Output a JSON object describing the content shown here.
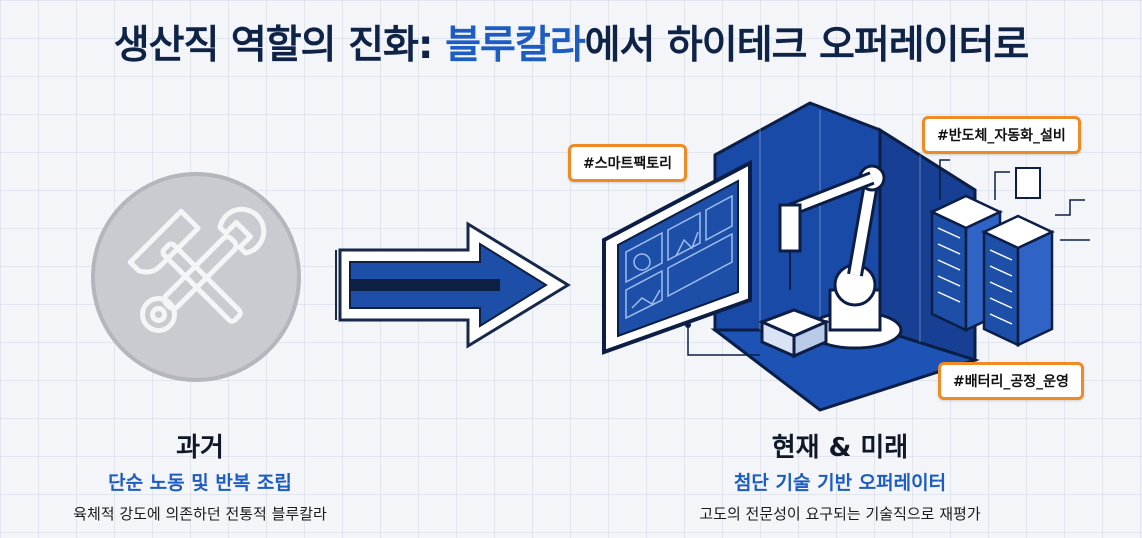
{
  "title": {
    "part1": "생산직 역할의 진화: ",
    "highlight": "블루칼라",
    "part2": "에서 하이테크 오퍼레이터로"
  },
  "past": {
    "title": "과거",
    "subtitle": "단순 노동 및 반복 조립",
    "description": "육체적 강도에 의존하던 전통적 블루칼라"
  },
  "future": {
    "title": "현재 & 미래",
    "subtitle": "첨단 기술 기반 오퍼레이터",
    "description": "고도의 전문성이 요구되는 기술직으로 재평가"
  },
  "tags": {
    "smart_factory": "#스마트팩토리",
    "semiconductor": "#반도체_자동화_설비",
    "battery": "#배터리_공정_운영"
  },
  "colors": {
    "title_dark": "#0f2347",
    "accent_blue": "#1d5cc1",
    "tag_border": "#f08a24",
    "tool_circle": "#c9cbd0",
    "arrow_blue": "#1d4fa8"
  },
  "icons": {
    "tools": "wrench-hammer-icon",
    "arrow": "right-arrow-icon",
    "tablet": "tablet-dashboard-icon",
    "robot": "robot-arm-icon",
    "servers": "server-rack-icon"
  }
}
